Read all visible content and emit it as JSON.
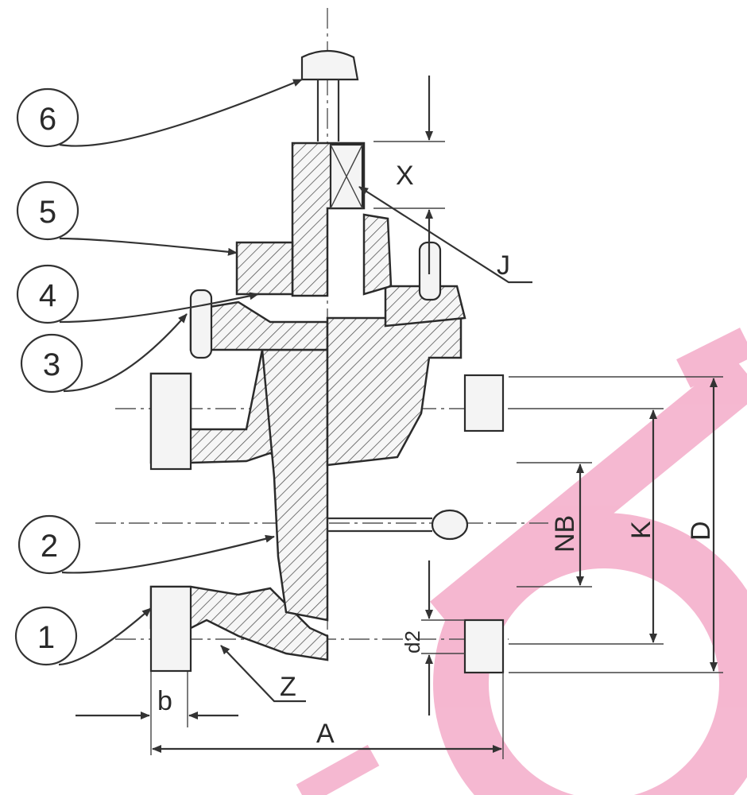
{
  "callouts": [
    "6",
    "5",
    "4",
    "3",
    "2",
    "1"
  ],
  "letters": {
    "x": "X",
    "j": "J",
    "nb": "NB",
    "k": "K",
    "d": "D",
    "d2": "d2",
    "z": "Z",
    "b": "b",
    "a": "A"
  },
  "colors": {
    "watermark": "#f3a6c5",
    "line": "#333333"
  }
}
